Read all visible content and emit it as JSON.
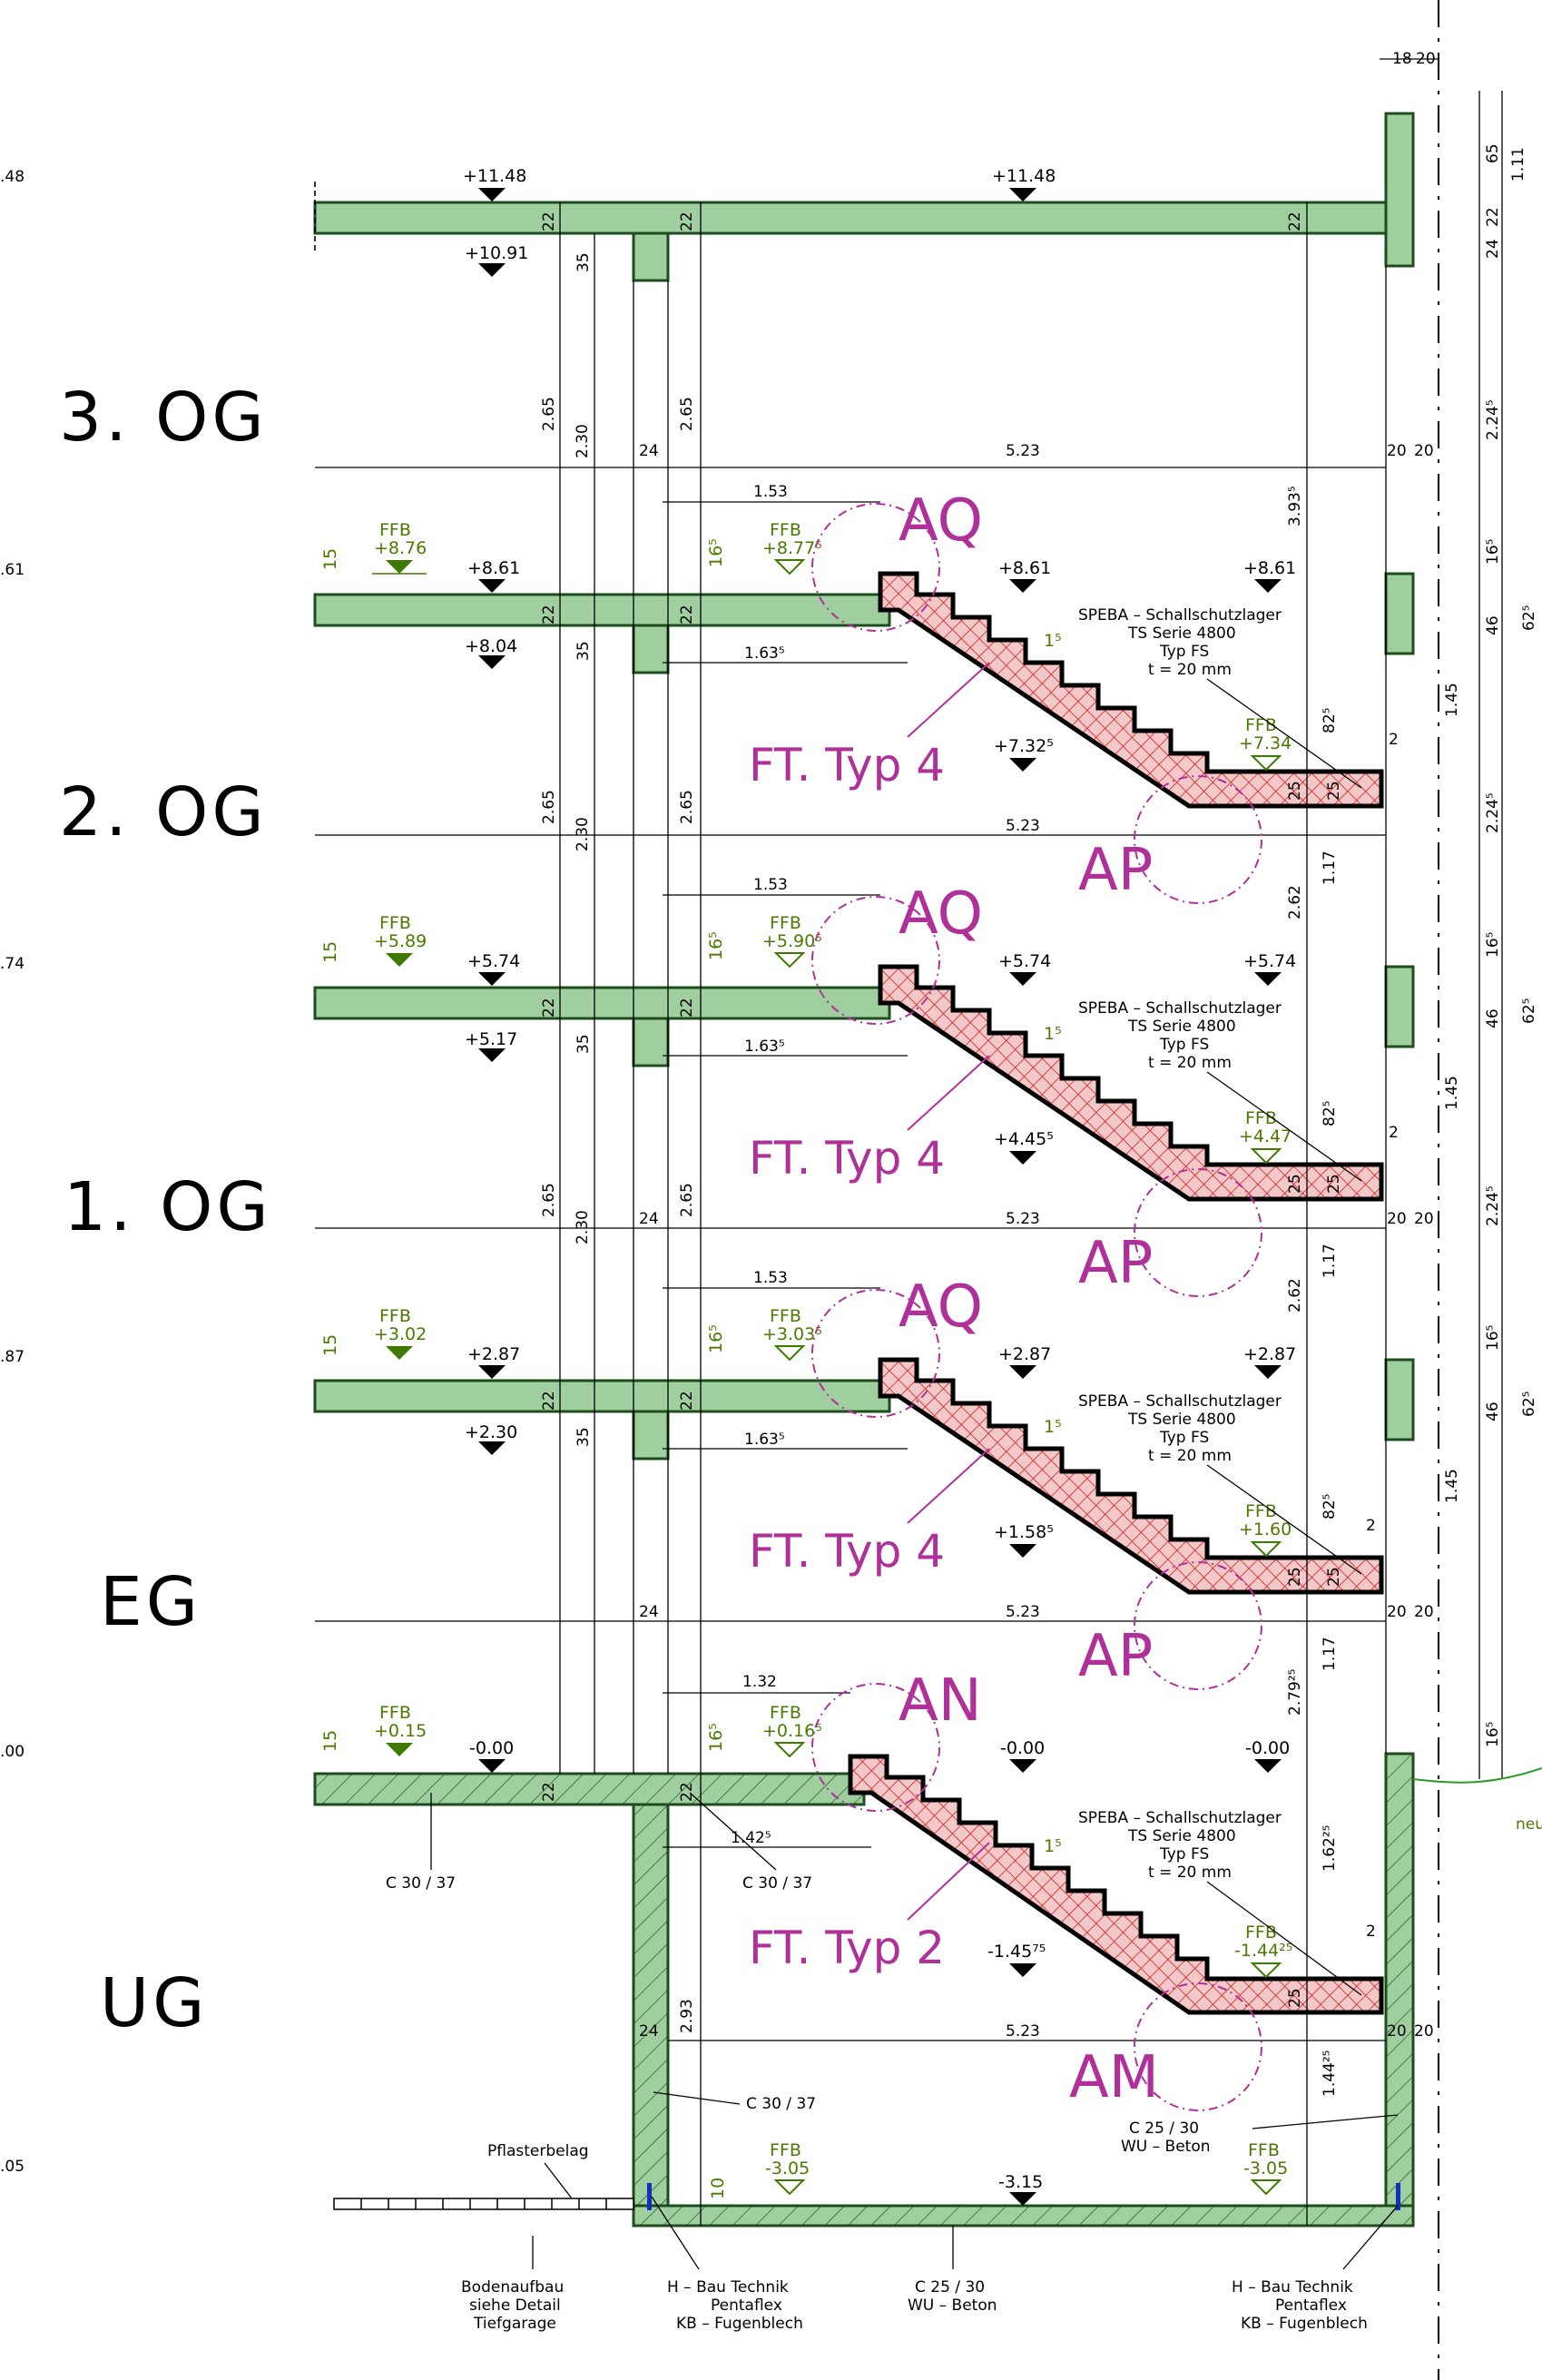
{
  "floors": [
    {
      "label": "3. OG"
    },
    {
      "label": "2. OG"
    },
    {
      "label": "1. OG"
    },
    {
      "label": "EG"
    },
    {
      "label": "UG"
    }
  ],
  "left_edge_labels": [
    ".48",
    ".61",
    ".74",
    ".87",
    ".00",
    ".05"
  ],
  "top_dims": {
    "a": "18",
    "b": "20",
    "c": "65",
    "d": "1.11",
    "e": "24",
    "f": "22"
  },
  "roof": {
    "level_left": "+11.48",
    "level_right": "+11.48",
    "below": "+10.91",
    "slab": "22",
    "beam": "35"
  },
  "stories": [
    {
      "ffb_left": "+8.76",
      "ffb_mid": "+8.77⁵",
      "level_a": "+8.61",
      "level_b": "+8.61",
      "level_c": "+8.61",
      "below": "+8.04",
      "landing_level": "+7.32⁵",
      "ffb_landing": "+7.34",
      "run_top": "1.53",
      "run_bot": "1.63⁵",
      "type": "FT. Typ 4",
      "code_top": "AQ",
      "code_bot": "AP",
      "story_h": "2.65",
      "clear_h": "2.30",
      "col_h": "2.65",
      "span": "5.23",
      "wall_l": "24",
      "wall_r1": "20",
      "wall_r2": "20",
      "vert1": "3.93⁵",
      "vert2": "82⁵",
      "vert3": "1.17",
      "r1": "1.45",
      "r2": "2.24⁵",
      "r3": "16⁵",
      "r4": "46",
      "r5": "62⁵"
    },
    {
      "ffb_left": "+5.89",
      "ffb_mid": "+5.90⁵",
      "level_a": "+5.74",
      "level_b": "+5.74",
      "level_c": "+5.74",
      "below": "+5.17",
      "landing_level": "+4.45⁵",
      "ffb_landing": "+4.47",
      "run_top": "1.53",
      "run_bot": "1.63⁵",
      "type": "FT. Typ 4",
      "code_top": "AQ",
      "code_bot": "AP",
      "story_h": "2.65",
      "clear_h": "2.30",
      "col_h": "2.65",
      "span": "5.23",
      "wall_l": "24",
      "wall_r1": "20",
      "wall_r2": "20",
      "vert1": "2.62",
      "vert2": "82⁵",
      "vert3": "1.17",
      "r1": "1.45",
      "r2": "2.24⁵",
      "r3": "16⁵",
      "r4": "46",
      "r5": "62⁵"
    },
    {
      "ffb_left": "+3.02",
      "ffb_mid": "+3.03⁵",
      "level_a": "+2.87",
      "level_b": "+2.87",
      "level_c": "+2.87",
      "below": "+2.30",
      "landing_level": "+1.58⁵",
      "ffb_landing": "+1.60",
      "run_top": "1.53",
      "run_bot": "1.63⁵",
      "type": "FT. Typ 4",
      "code_top": "AQ",
      "code_bot": "AP",
      "story_h": "2.65",
      "clear_h": "2.30",
      "col_h": "2.65",
      "span": "5.23",
      "wall_l": "24",
      "wall_r1": "20",
      "wall_r2": "20",
      "vert1": "2.62",
      "vert2": "82⁵",
      "vert3": "1.17",
      "r1": "1.45",
      "r2": "2.24⁵",
      "r3": "16⁵",
      "r4": "46",
      "r5": "62⁵"
    },
    {
      "ffb_left": "+0.15",
      "ffb_mid": "+0.16⁵",
      "level_a": "-0.00",
      "level_b": "-0.00",
      "level_c": "-0.00",
      "below": "",
      "landing_level": "-1.45⁷⁵",
      "ffb_landing": "-1.44²⁵",
      "run_top": "1.32",
      "run_bot": "1.42⁵",
      "type": "FT. Typ 2",
      "code_top": "AN",
      "code_bot": "AM",
      "story_h": "",
      "clear_h": "2.93",
      "col_h": "",
      "span": "5.23",
      "wall_l": "24",
      "wall_r1": "20",
      "wall_r2": "20",
      "vert1": "2.79²⁵",
      "vert2": "1.62²⁵",
      "vert3": "1.44²⁵",
      "r1": "",
      "r2": "",
      "r3": "16⁵",
      "r4": "",
      "r5": ""
    }
  ],
  "common": {
    "slab_t": "22",
    "beam_t": "35",
    "ffb": "FFB",
    "screed": "15",
    "screed2": "16⁵",
    "riser": "1⁵",
    "landing_t": "25",
    "gap": "2",
    "bearing_lines": [
      "SPEBA – Schallschutzlager",
      "TS Serie 4800",
      "Typ FS",
      "t = 20 mm"
    ]
  },
  "basement": {
    "floor_level": "-3.15",
    "ffb_left": "-3.05",
    "ffb_right": "-3.05",
    "floor_screed": "10",
    "concrete_1": "C 30 / 37",
    "concrete_2": "C 30 / 37",
    "concrete_3": "C 30 / 37",
    "wu_concrete_1": "C 25 / 30",
    "wu_concrete_1b": "WU – Beton",
    "wu_concrete_2": "C 25 / 30",
    "wu_concrete_2b": "WU – Beton",
    "paving": "Pflasterbelag",
    "soil_note": [
      "Bodenaufbau",
      "siehe Detail",
      "Tiefgarage"
    ],
    "joint_left": [
      "H – Bau Technik",
      "Pentaflex",
      "KB – Fugenblech"
    ],
    "joint_right": [
      "H – Bau Technik",
      "Pentaflex",
      "KB – Fugenblech"
    ],
    "neu": "neu"
  }
}
